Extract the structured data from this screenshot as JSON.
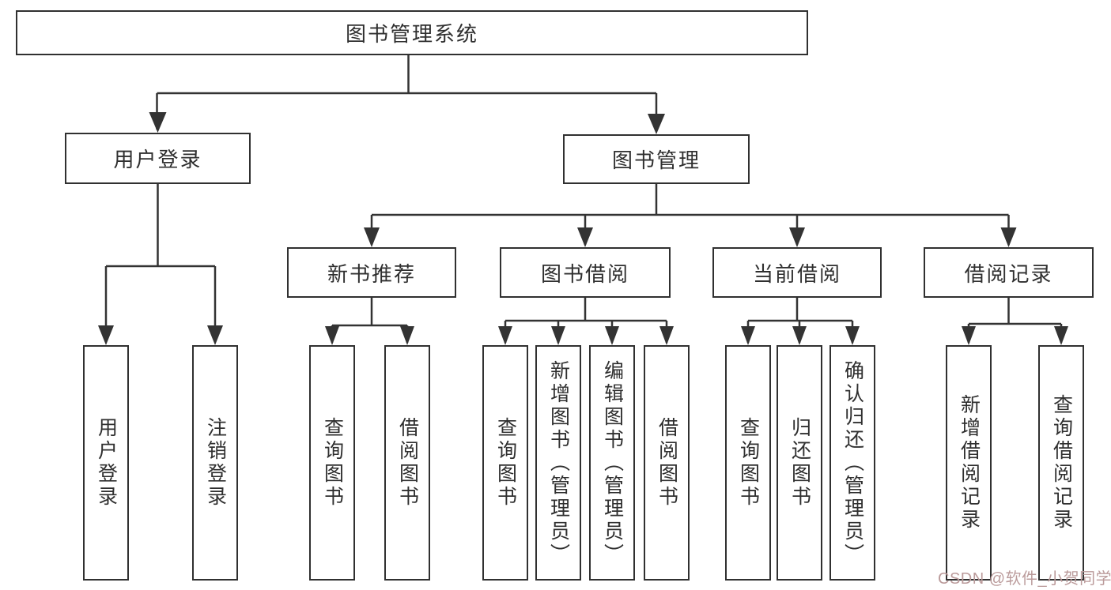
{
  "tree": {
    "root": {
      "label": "图书管理系统"
    },
    "level2": [
      {
        "label": "用户登录"
      },
      {
        "label": "图书管理"
      }
    ],
    "level3": [
      {
        "label": "新书推荐"
      },
      {
        "label": "图书借阅"
      },
      {
        "label": "当前借阅"
      },
      {
        "label": "借阅记录"
      }
    ],
    "leaves": {
      "user_login": [
        "用户登录",
        "注销登录"
      ],
      "new_book_recommend": [
        "查询图书",
        "借阅图书"
      ],
      "book_borrow": [
        "查询图书",
        "新增图书（管理员）",
        "编辑图书（管理员）",
        "借阅图书"
      ],
      "current_borrow": [
        "查询图书",
        "归还图书",
        "确认归还（管理员）"
      ],
      "borrow_record": [
        "新增借阅记录",
        "查询借阅记录"
      ]
    }
  },
  "watermark": {
    "text": "CSDN @软件_小贺同学",
    "color": "#bb9b9b"
  },
  "colors": {
    "line": "#333333",
    "border": "#303030",
    "text": "#2f2f2f",
    "background": "#ffffff"
  }
}
